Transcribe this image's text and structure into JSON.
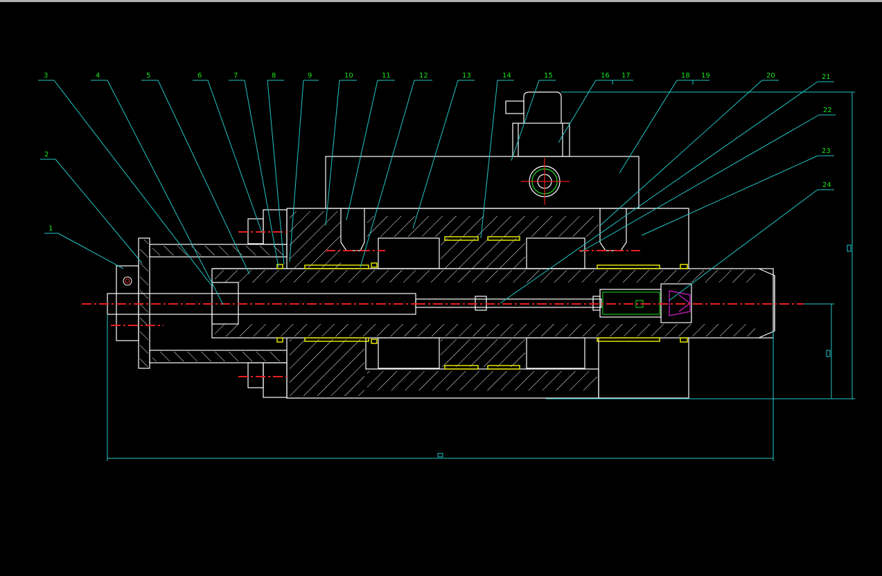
{
  "drawing": {
    "colors": {
      "background": "#000000",
      "outline": "#ffffff",
      "leader": "#22c8c8",
      "label": "#19e619",
      "centerline": "#e82020",
      "seal": "#e6e600",
      "accent": "#d020d0"
    },
    "part_numbers": [
      "1",
      "2",
      "3",
      "4",
      "5",
      "6",
      "7",
      "8",
      "9",
      "10",
      "11",
      "12",
      "13",
      "14",
      "15",
      "16",
      "17",
      "18",
      "19",
      "20",
      "21",
      "22",
      "23",
      "24"
    ],
    "dimensions": {
      "overall_length": "□",
      "overall_height": "□",
      "center_height": "□"
    }
  }
}
